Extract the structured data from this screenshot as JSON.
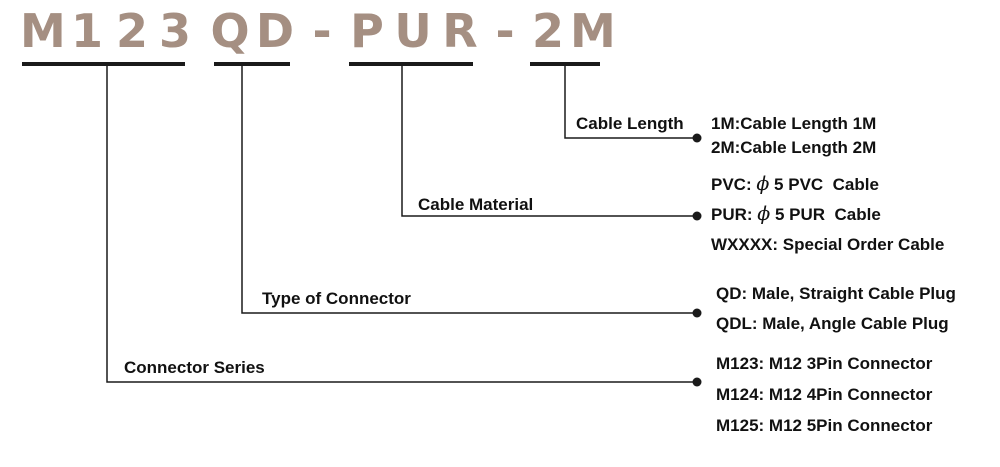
{
  "model_code": {
    "chars": [
      "M",
      "1",
      "2",
      "3",
      "Q",
      "D",
      "-",
      "P",
      "U",
      "R",
      "-",
      "2",
      "M"
    ]
  },
  "segments": {
    "cable_length": {
      "label": "Cable Length",
      "options": [
        "1M:Cable Length 1M",
        "2M:Cable Length 2M"
      ]
    },
    "cable_material": {
      "label": "Cable Material",
      "options": [
        {
          "prefix": "PVC:",
          "phi": "ϕ",
          "rest": "5 PVC  Cable"
        },
        {
          "prefix": "PUR:",
          "phi": "ϕ",
          "rest": "5 PUR  Cable"
        },
        {
          "text": "WXXXX: Special Order Cable"
        }
      ]
    },
    "connector_type": {
      "label": "Type of Connector",
      "options": [
        "QD: Male, Straight Cable Plug",
        "QDL: Male, Angle Cable Plug"
      ]
    },
    "connector_series": {
      "label": "Connector Series",
      "options": [
        "M123: M12 3Pin Connector",
        "M124: M12 4Pin Connector",
        "M125: M12 5Pin Connector"
      ]
    }
  },
  "colors": {
    "code_text": "#a58f82",
    "lines": "#1a1a1a",
    "text": "#111111"
  }
}
